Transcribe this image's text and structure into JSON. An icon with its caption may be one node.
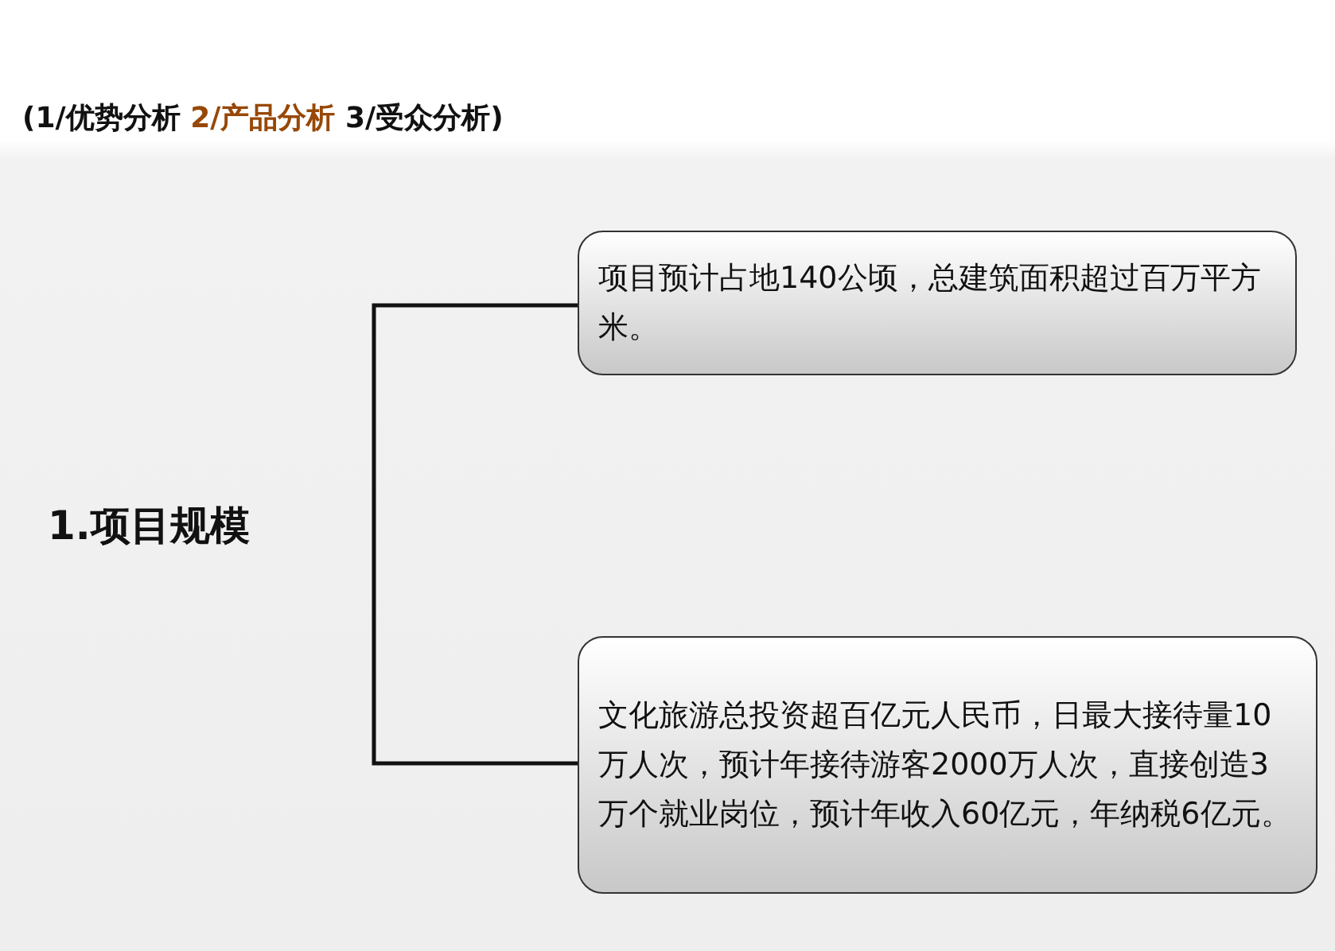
{
  "diagram": {
    "title": "(1/优势分析 2/产品分析 3/受众分析)",
    "nodes": [
      {
        "text": [
          "1.项目规模"
        ]
      },
      {
        "text": [
          "项目预计占地140公顷，总建筑面积超过百万平方米。"
        ]
      },
      {
        "text": [
          "文化旅游总投资超百亿元人民币，日最大接待量10万人次，预计年接待游客2000万人次，直接创造3万个就业岗位，预计年收入60亿元，年纳税6亿元。"
        ]
      }
    ],
    "edges": [
      {
        "from": 0,
        "to": 1,
        "arrow": "none"
      },
      {
        "from": 0,
        "to": 2,
        "arrow": "none"
      }
    ]
  }
}
